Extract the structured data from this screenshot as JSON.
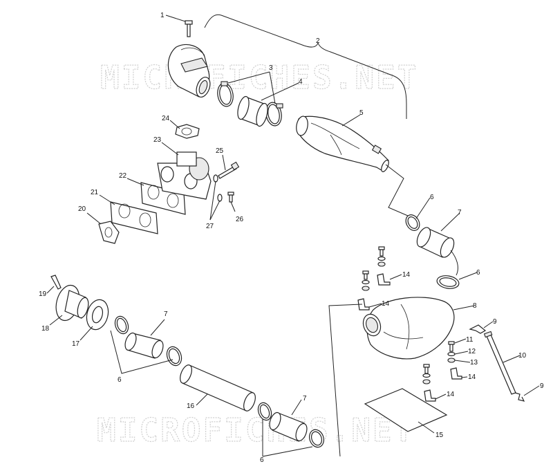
{
  "watermark": {
    "top": "MICROFICHES.NET",
    "bottom": "MICROFICHES.NET"
  },
  "callouts": {
    "c1": "1",
    "c2": "2",
    "c3": "3",
    "c4": "4",
    "c5": "5",
    "c6a": "6",
    "c6b": "6",
    "c6c": "6",
    "c6d": "6",
    "c7a": "7",
    "c7b": "7",
    "c7c": "7",
    "c8": "8",
    "c9a": "9",
    "c9b": "9",
    "c10": "10",
    "c11": "11",
    "c12": "12",
    "c13": "13",
    "c14a": "14",
    "c14b": "14",
    "c14c": "14",
    "c14d": "14",
    "c15": "15",
    "c16": "16",
    "c17": "17",
    "c18": "18",
    "c19": "19",
    "c20": "20",
    "c21": "21",
    "c22": "22",
    "c23": "23",
    "c24": "24",
    "c25": "25",
    "c26": "26",
    "c27": "27"
  }
}
